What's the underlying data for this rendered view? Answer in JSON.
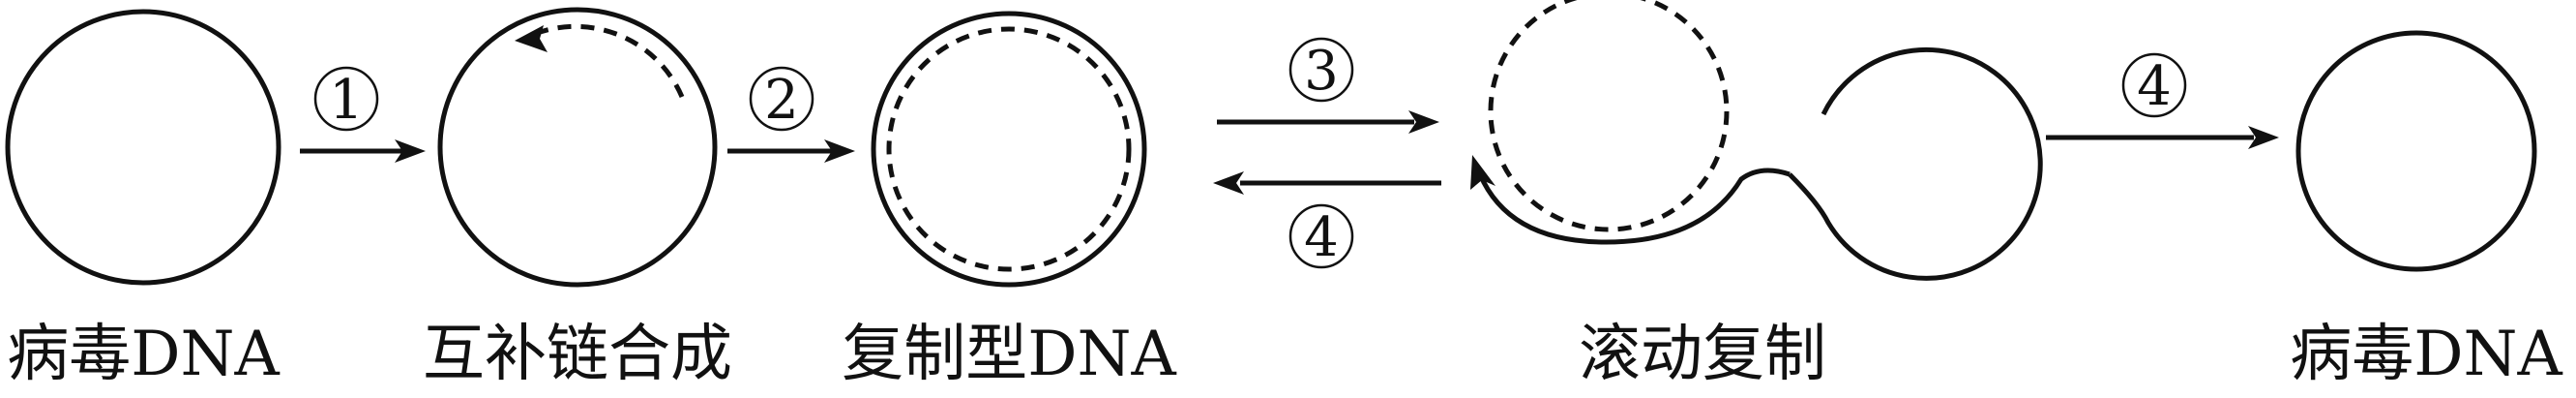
{
  "diagram": {
    "stages": [
      {
        "id": "viral-dna",
        "label": "病毒DNA"
      },
      {
        "id": "complement-synthesis",
        "label": "互补链合成"
      },
      {
        "id": "replicative-form-dna",
        "label": "复制型DNA"
      },
      {
        "id": "rolling-circle-replication",
        "label": "滚动复制"
      },
      {
        "id": "viral-dna-product",
        "label": "病毒DNA"
      }
    ],
    "steps": [
      {
        "from": "viral-dna",
        "to": "complement-synthesis",
        "label": "1"
      },
      {
        "from": "complement-synthesis",
        "to": "replicative-form-dna",
        "label": "2"
      },
      {
        "from": "replicative-form-dna",
        "to": "rolling-circle-replication",
        "label": "3"
      },
      {
        "from": "rolling-circle-replication",
        "to": "replicative-form-dna",
        "label": "4"
      },
      {
        "from": "rolling-circle-replication",
        "to": "viral-dna-product",
        "label": "4"
      }
    ]
  }
}
